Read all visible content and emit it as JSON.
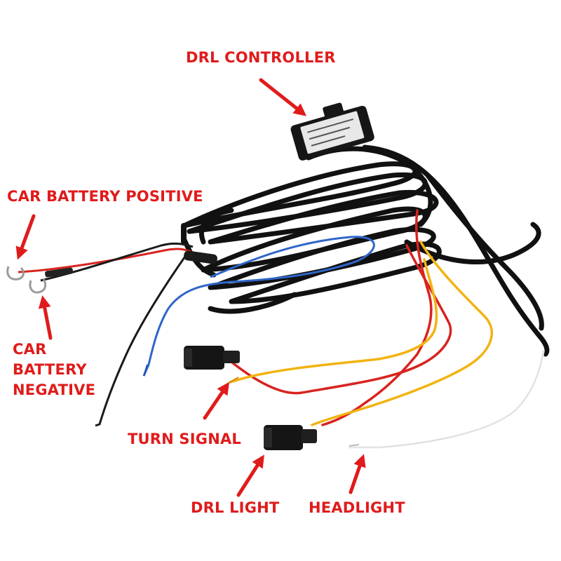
{
  "labels": {
    "drl_controller": "DRL CONTROLLER",
    "battery_positive": "CAR BATTERY POSITIVE",
    "battery_negative": [
      "CAR",
      "BATTERY",
      "NEGATIVE"
    ],
    "turn_signal": "TURN SIGNAL",
    "drl_light": "DRL LIGHT",
    "headlight": "HEADLIGHT"
  },
  "colors": {
    "label_text": "#e01b1b",
    "arrow": "#e01b1b",
    "cable": "#111111",
    "wire_red": "#d8231f",
    "wire_yellow": "#f2b311",
    "wire_blue": "#2f66c9",
    "wire_white": "#f4f4f4",
    "controller_label": "#e8e8e8"
  },
  "icons": {
    "arrow": "red-arrow-icon",
    "terminal": "ring-terminal-icon",
    "connector": "plug-connector-icon"
  }
}
